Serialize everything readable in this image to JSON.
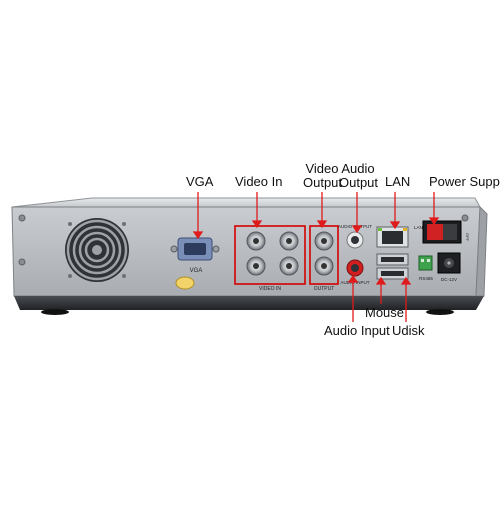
{
  "labels": {
    "vga": "VGA",
    "video_in": "Video In",
    "video_output_line1": "Video",
    "video_output_line2": "Output",
    "audio_output_line1": "Audio",
    "audio_output_line2": "Output",
    "lan": "LAN",
    "power_supply": "Power Supply",
    "mouse": "Mouse",
    "audio_input": "Audio Input",
    "udisk": "Udisk"
  },
  "panel_print": {
    "vga": "VGA",
    "video_in": "VIDEO IN",
    "output": "OUTPUT",
    "audio_output": "AUDIO OUTPUT",
    "audio_input": "AUDIO INPUT",
    "lan": "LAN",
    "rs485": "RS485",
    "dc": "DC-12V",
    "off": "OFF",
    "on": "ON"
  },
  "colors": {
    "callout_line": "#e01b1b",
    "highlight_box": "#d40000",
    "chassis": "#b9bdc2",
    "chassis_dark": "#3a3d42",
    "black": "#1a1a1a"
  }
}
